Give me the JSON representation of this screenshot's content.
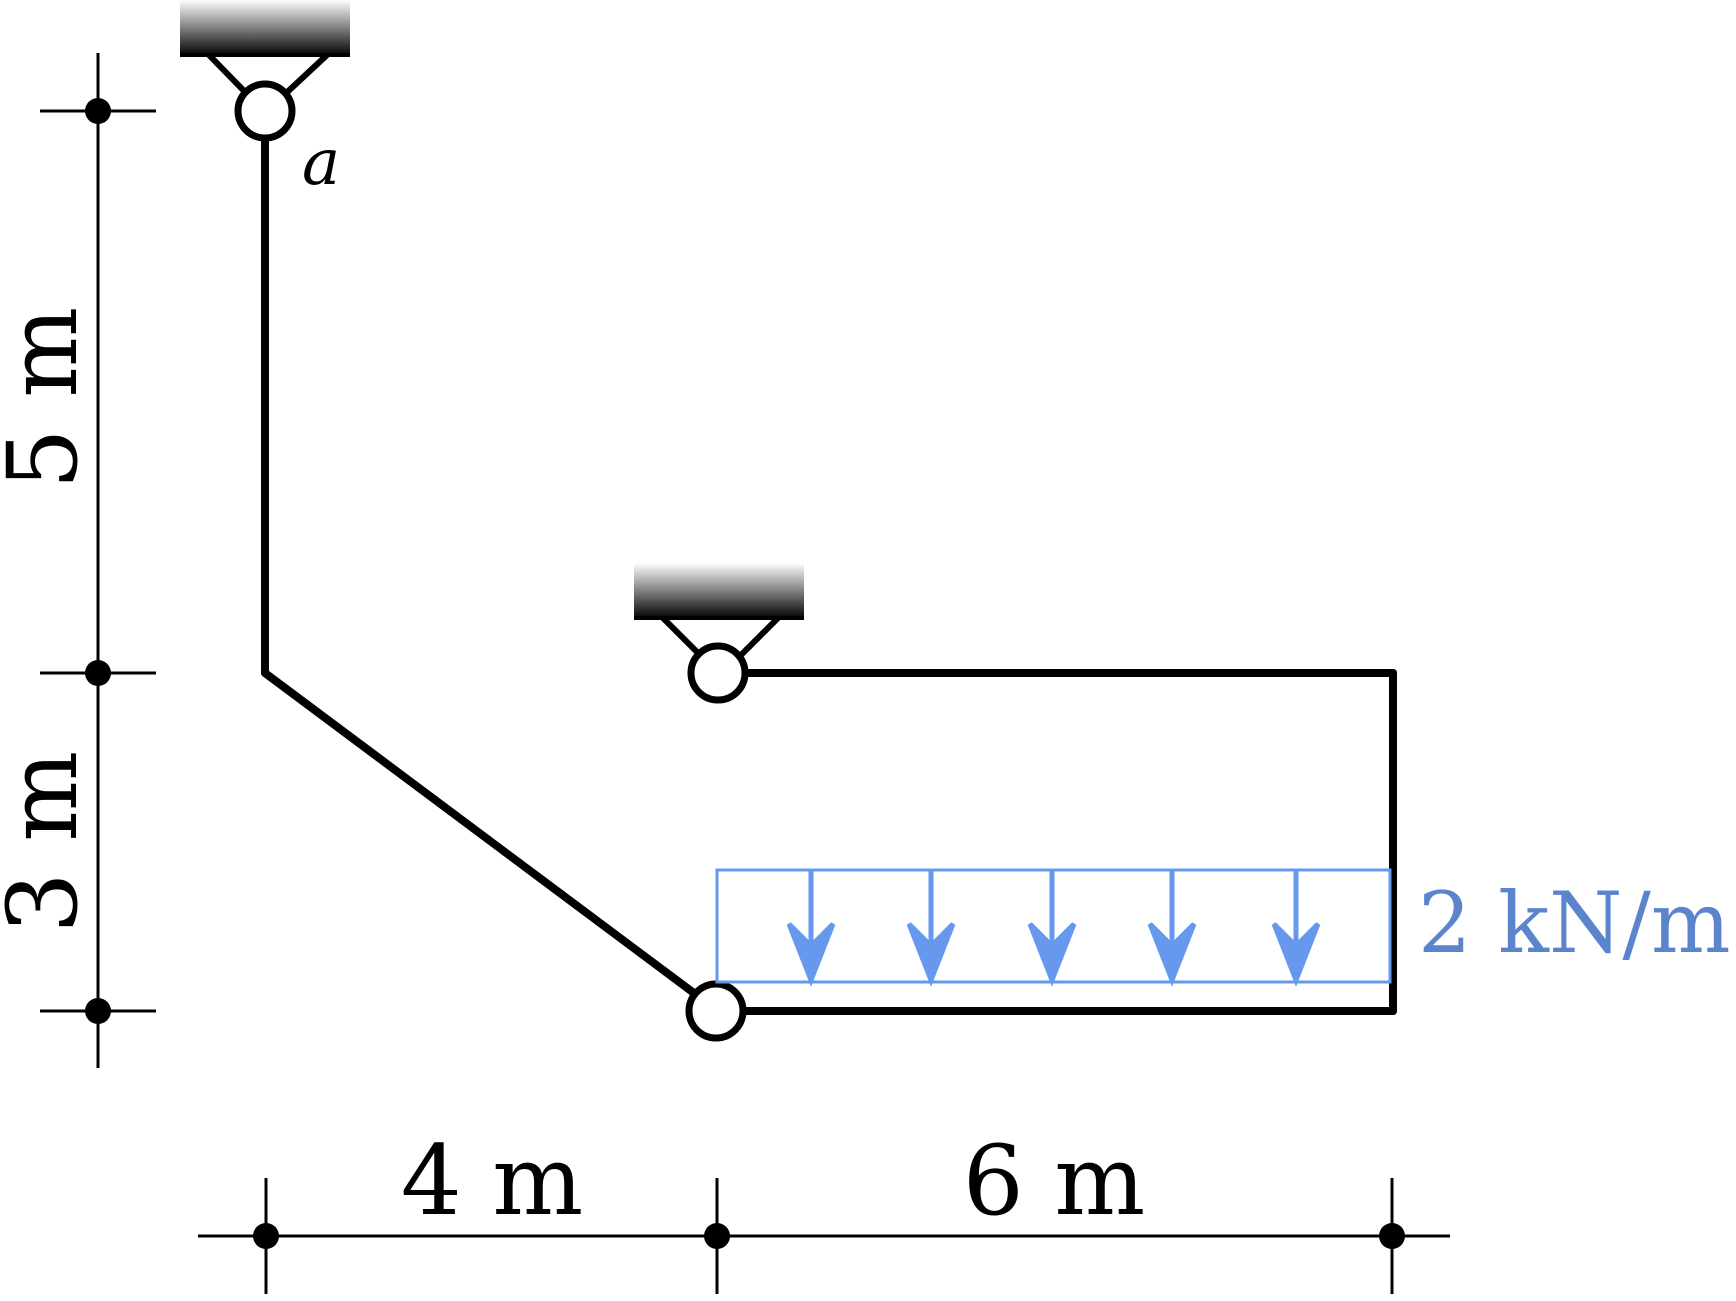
{
  "labels": {
    "node_a": "a",
    "dim_5m": "5 m",
    "dim_3m": "3 m",
    "dim_4m": "4 m",
    "dim_6m": "6 m",
    "load": "2 kN/m"
  },
  "colors": {
    "structure": "#000000",
    "load": "#6699ee",
    "load_text": "#5b84cc"
  }
}
